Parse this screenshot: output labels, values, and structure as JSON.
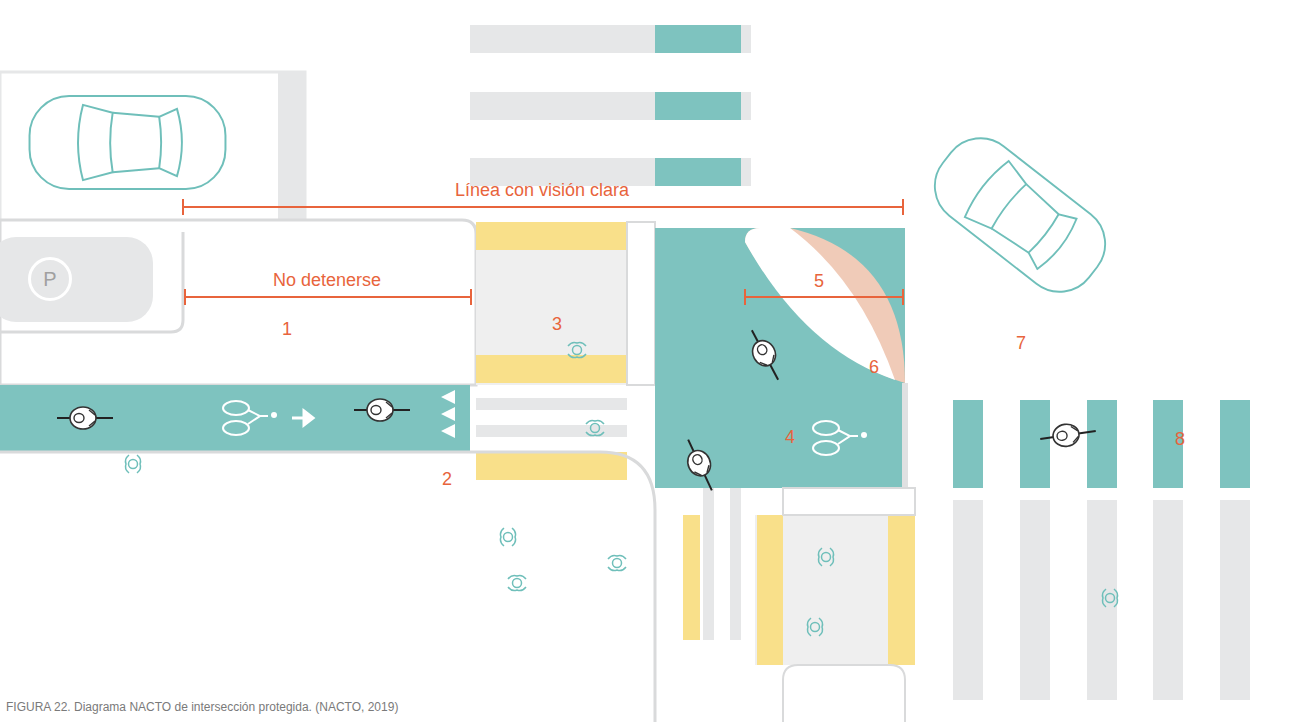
{
  "diagram": {
    "caption": "FIGURA 22. Diagrama NACTO de intersección protegida. (NACTO, 2019)",
    "nodes": [
      {
        "text": [
          "P"
        ]
      }
    ],
    "labels": [
      "Línea con visión clara",
      "No detenerse",
      "1",
      "2",
      "3",
      "4",
      "5",
      "6",
      "7",
      "8"
    ]
  }
}
